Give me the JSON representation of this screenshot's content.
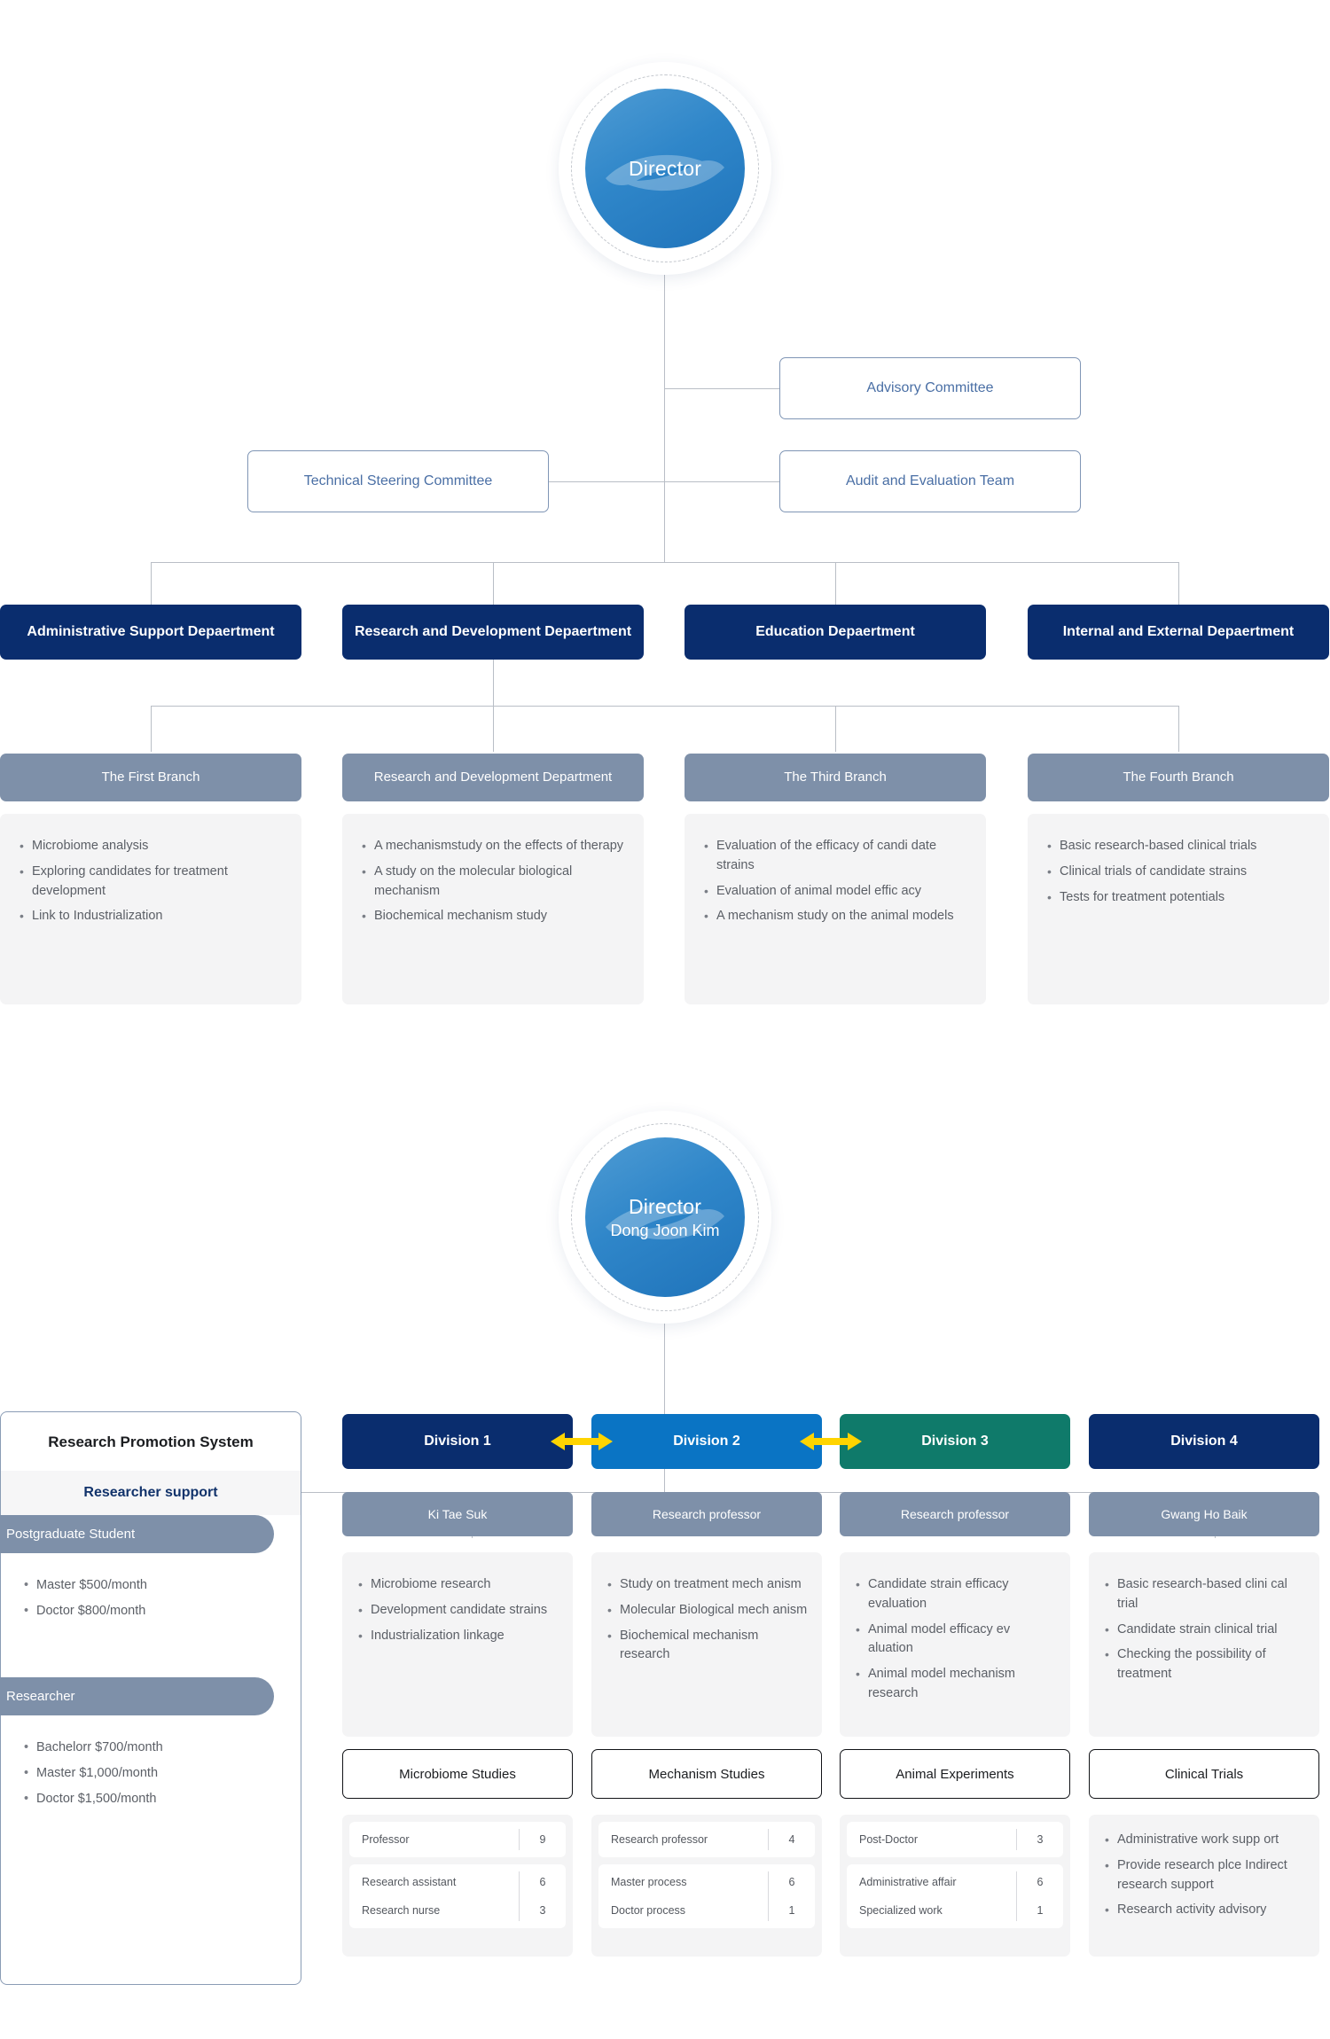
{
  "chart1": {
    "director": {
      "title": "Director",
      "name": ""
    },
    "committees": [
      {
        "label": "Advisory Committee"
      },
      {
        "label": "Technical Steering Committee"
      },
      {
        "label": "Audit and Evaluation Team"
      }
    ],
    "departments": [
      {
        "label": "Administrative Support Depaertment"
      },
      {
        "label": "Research and Development Depaertment"
      },
      {
        "label": "Education Depaertment"
      },
      {
        "label": "Internal and External Depaertment"
      }
    ],
    "branches": [
      {
        "head": "The First Branch",
        "items": [
          "Microbiome analysis",
          "Exploring candidates for treatment development",
          "Link to Industrialization"
        ]
      },
      {
        "head": "Research and Development Department",
        "items": [
          "A mechanismstudy on the effects of therapy",
          "A study on the molecular biological mechanism",
          "Biochemical mechanism study"
        ]
      },
      {
        "head": "The Third Branch",
        "items": [
          "Evaluation of the efficacy of candi date strains",
          "Evaluation of animal model effic acy",
          "A mechanism study on the animal models"
        ]
      },
      {
        "head": "The Fourth Branch",
        "items": [
          "Basic research-based clinical trials",
          "Clinical trials of candidate strains",
          "Tests for treatment potentials"
        ]
      }
    ]
  },
  "chart2": {
    "director": {
      "title": "Director",
      "name": "Dong Joon Kim"
    },
    "promotion": {
      "title": "Research Promotion System",
      "subtitle": "Researcher support",
      "groups": [
        {
          "pill": "Postgraduate Student",
          "items": [
            "Master $500/month",
            "Doctor $800/month"
          ]
        },
        {
          "pill": "Researcher",
          "items": [
            "Bachelorr $700/month",
            "Master $1,000/month",
            "Doctor $1,500/month"
          ]
        }
      ]
    },
    "divisions": [
      {
        "label": "Division 1",
        "color": "#0a2d6e",
        "role": "Ki Tae Suk",
        "items": [
          "Microbiome research",
          "Development candidate strains",
          "Industrialization linkage"
        ],
        "study": "Microbiome Studies",
        "staff_groups": [
          [
            {
              "label": "Professor",
              "count": "9"
            }
          ],
          [
            {
              "label": "Research assistant",
              "count": "6"
            },
            {
              "label": "Research nurse",
              "count": "3"
            }
          ]
        ],
        "staff_bullets": []
      },
      {
        "label": "Division 2",
        "color": "#0a74c4",
        "role": "Research professor",
        "items": [
          "Study on treatment mech anism",
          "Molecular Biological mech anism",
          "Biochemical mechanism research"
        ],
        "study": "Mechanism Studies",
        "staff_groups": [
          [
            {
              "label": "Research professor",
              "count": "4"
            }
          ],
          [
            {
              "label": "Master process",
              "count": "6"
            },
            {
              "label": "Doctor process",
              "count": "1"
            }
          ]
        ],
        "staff_bullets": []
      },
      {
        "label": "Division 3",
        "color": "#0f7a6a",
        "role": "Research professor",
        "items": [
          "Candidate strain efficacy evaluation",
          "Animal model efficacy ev aluation",
          "Animal model mechanism research"
        ],
        "study": "Animal Experiments",
        "staff_groups": [
          [
            {
              "label": "Post-Doctor",
              "count": "3"
            }
          ],
          [
            {
              "label": "Administrative affair",
              "count": "6"
            },
            {
              "label": "Specialized work",
              "count": "1"
            }
          ]
        ],
        "staff_bullets": []
      },
      {
        "label": "Division 4",
        "color": "#0a2d6e",
        "role": "Gwang Ho Baik",
        "items": [
          "Basic research-based clini cal trial",
          "Candidate strain clinical trial",
          "Checking the possibility of treatment"
        ],
        "study": "Clinical Trials",
        "staff_groups": [],
        "staff_bullets": [
          "Administrative work supp ort",
          "Provide research plce Indirect research support",
          "Research activity advisory"
        ]
      }
    ],
    "arrows": [
      {
        "name": "arrow-div1-div2"
      },
      {
        "name": "arrow-div2-div3"
      }
    ]
  }
}
